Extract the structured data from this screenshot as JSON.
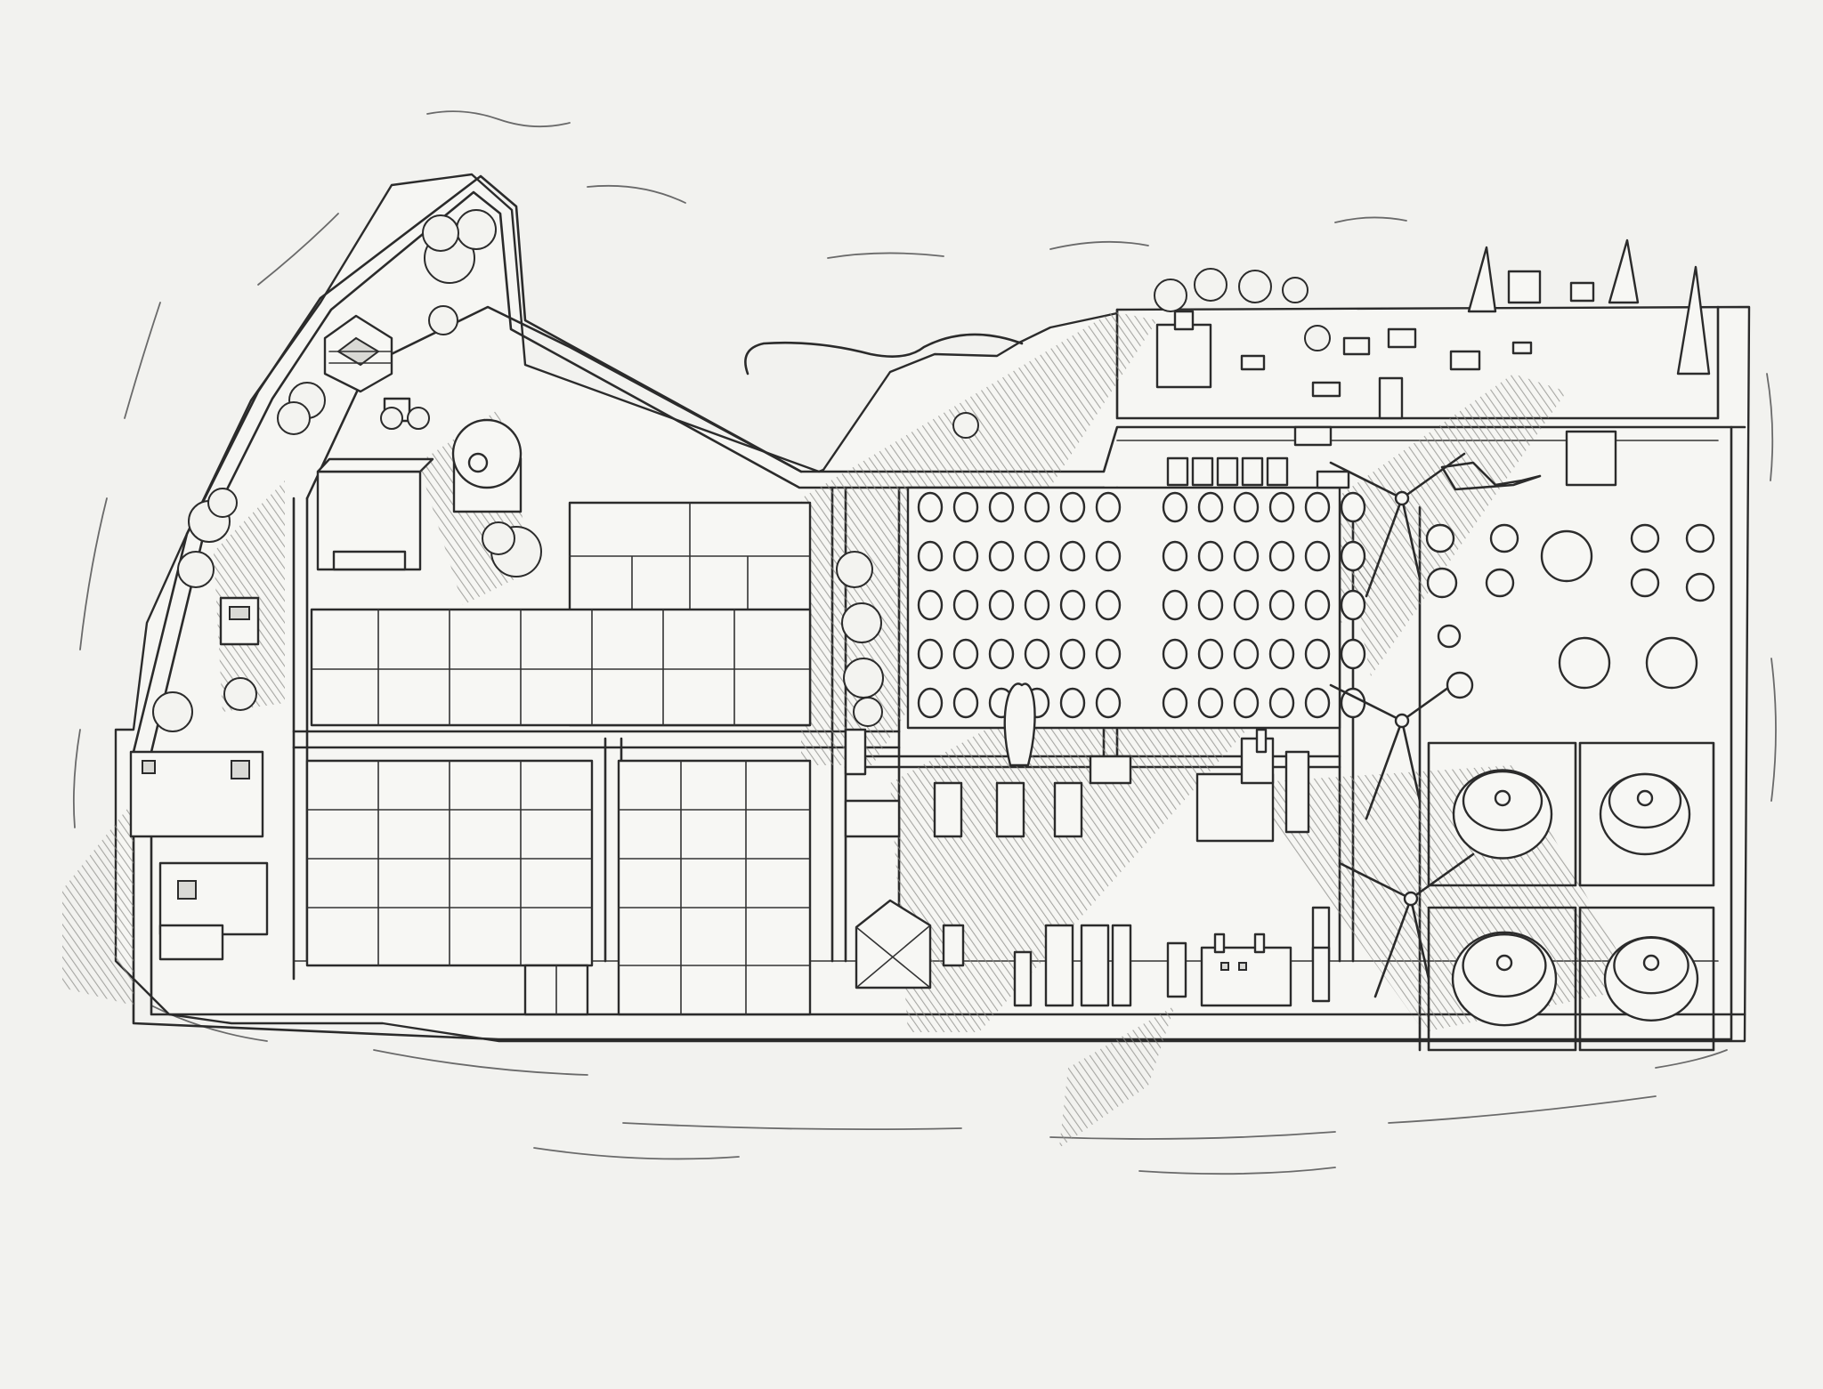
{
  "map": {
    "style": "pencil sketch aerial illustration",
    "subject": "industrial site",
    "colors": {
      "paper": "#f2f2ef",
      "ink": "#2b2b2b",
      "hatch": "#8c8c88"
    },
    "zones": [
      {
        "name": "administration-buildings"
      },
      {
        "name": "solar-panel-fields"
      },
      {
        "name": "small-tank-farm"
      },
      {
        "name": "workshop-area"
      },
      {
        "name": "wind-turbines"
      },
      {
        "name": "large-storage-tanks"
      },
      {
        "name": "loading-yard"
      }
    ],
    "counts": {
      "small_tanks": 60,
      "large_storage_tanks": 4,
      "wind_turbines": 3
    }
  }
}
